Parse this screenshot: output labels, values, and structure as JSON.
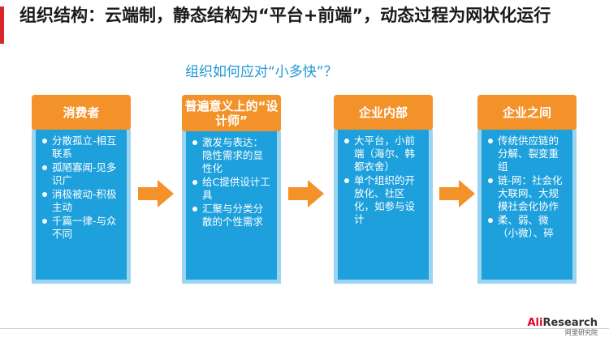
{
  "title": "组织结构：云端制，静态结构为“平台+前端”，动态过程为网状化运行",
  "subtitle": "组织如何应对“小多快”？",
  "columns": [
    {
      "header": "消费者",
      "items": [
        "分散孤立-相互联系",
        "孤陋寡闻-见多识广",
        "消极被动-积极主动",
        "千篇一律-与众不同"
      ]
    },
    {
      "header": "普遍意义上的“设计师”",
      "items": [
        "激发与表达：隐性需求的显性化",
        "给C提供设计工具",
        "汇聚与分类分散的个性需求"
      ]
    },
    {
      "header": "企业内部",
      "items": [
        "大平台，小前端（海尔、韩都衣舍）",
        "单个组织的开放化、社区化，如参与设计"
      ]
    },
    {
      "header": "企业之间",
      "items": [
        "传统供应链的分解、裂变重组",
        "链-网：社会化大联网、大规模社会化协作",
        "柔、弱、微（小微）、碎"
      ]
    }
  ],
  "logo": {
    "brand_ali": "Ali",
    "brand_research": "Research",
    "sub": "阿里研究院"
  },
  "colors": {
    "header": "#f4922a",
    "body": "#1ea0dc",
    "border": "#9bd4f0",
    "arrow": "#f4922a",
    "subtitle": "#1f97d4"
  }
}
